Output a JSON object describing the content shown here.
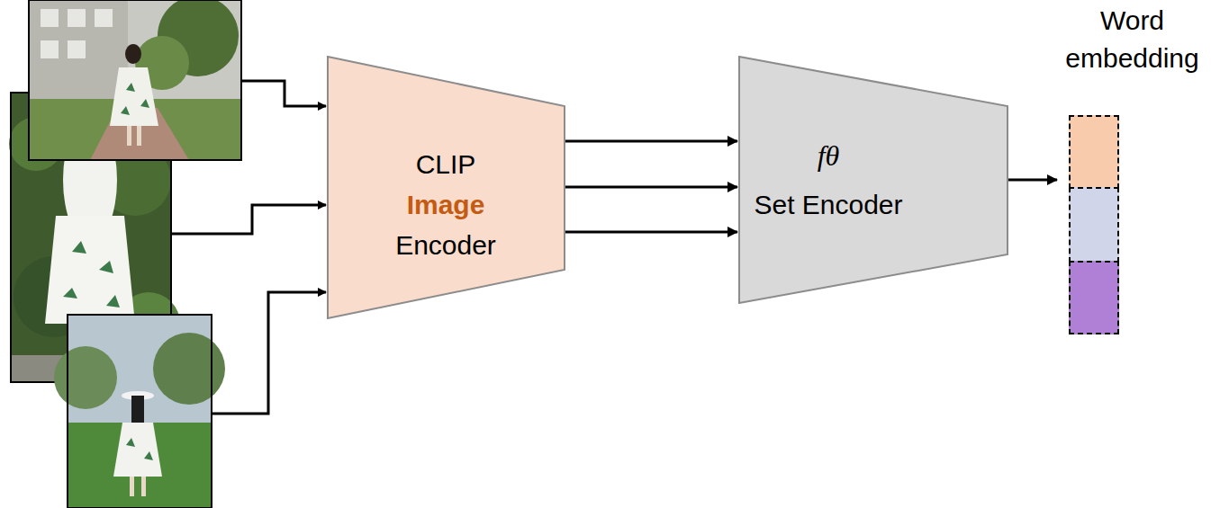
{
  "diagram": {
    "nodes": [
      {
        "text": [
          "CLIP",
          "Image",
          "Encoder"
        ]
      },
      {
        "text": [
          "fθ",
          "Set Encoder"
        ]
      },
      {
        "text": [
          "Word embedding"
        ]
      }
    ],
    "edges": [
      {
        "from": 0,
        "to": 1,
        "arrow": "to"
      },
      {
        "from": 0,
        "to": 1,
        "arrow": "to"
      },
      {
        "from": 0,
        "to": 1,
        "arrow": "to"
      },
      {
        "from": 1,
        "to": 2,
        "arrow": "to"
      }
    ]
  }
}
